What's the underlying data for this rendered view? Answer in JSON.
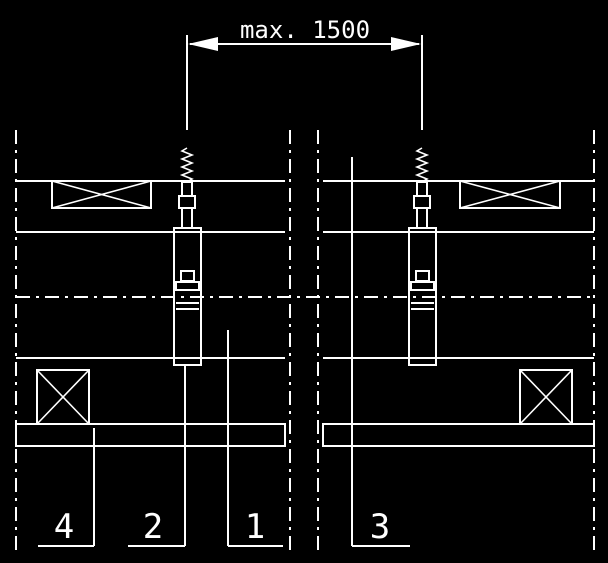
{
  "dimension": {
    "label": "max. 1500"
  },
  "callouts": [
    {
      "id": "4",
      "text": "4"
    },
    {
      "id": "2",
      "text": "2"
    },
    {
      "id": "1",
      "text": "1"
    },
    {
      "id": "3",
      "text": "3"
    }
  ]
}
